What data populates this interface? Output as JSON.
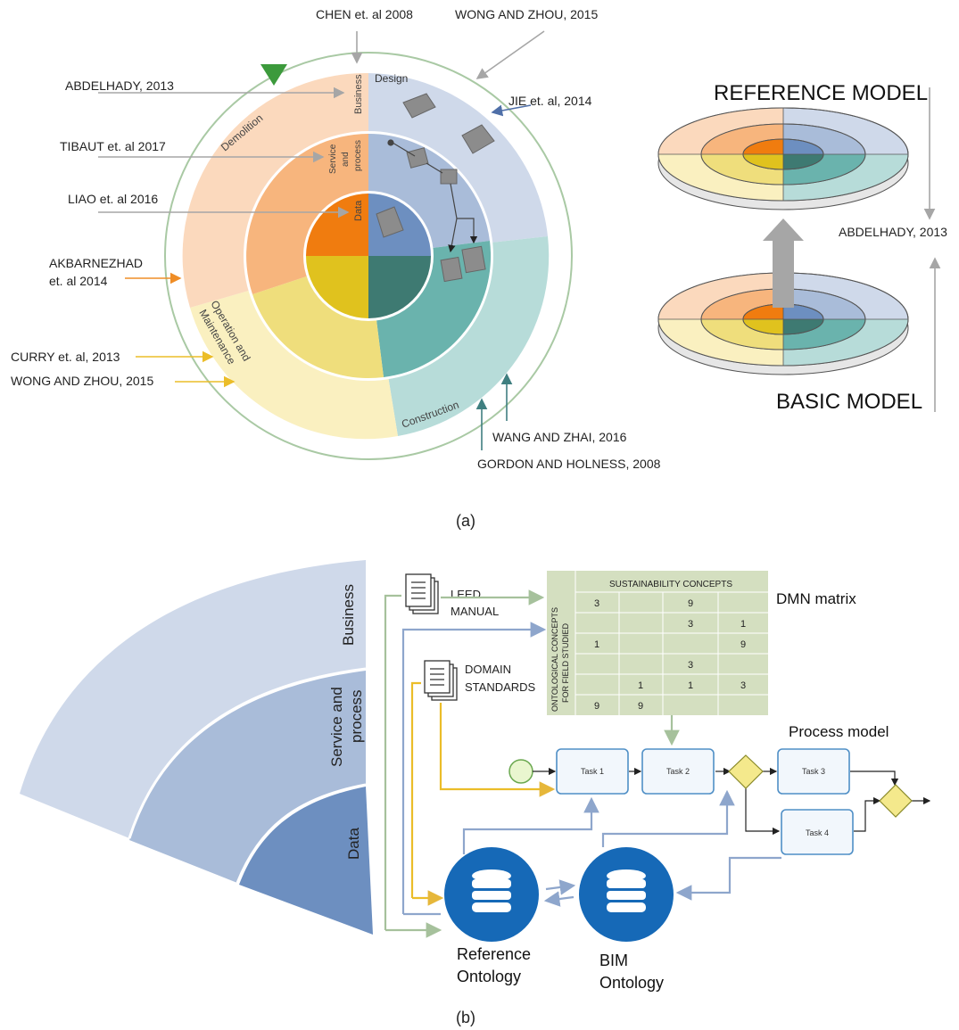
{
  "panel_a": {
    "caption": "(a)",
    "wheel": {
      "phases": {
        "design": "Design",
        "construction": "Construction",
        "operation_line1": "Operation and",
        "operation_line2": "Maintenance",
        "demolition": "Demolition"
      },
      "layers": {
        "business": "Business",
        "service_line1": "Service",
        "service_line2": "and",
        "service_line3": "process",
        "data": "Data"
      }
    },
    "citations": {
      "chen_2008": "CHEN et. al 2008",
      "wong_zhou_top": "WONG AND ZHOU, 2015",
      "abdelhady_2013": "ABDELHADY, 2013",
      "jie_2014": "JIE et. al, 2014",
      "tibaut_2017": "TIBAUT et. al 2017",
      "liao_2016": "LIAO et. al 2016",
      "akbarnezhad_line1": "AKBARNEZHAD",
      "akbarnezhad_line2": "et. al 2014",
      "curry_2013": "CURRY et. al, 2013",
      "wong_zhou_bottom": "WONG AND ZHOU, 2015",
      "wang_zhai_2016": "WANG AND ZHAI, 2016",
      "gordon_holness_2008": "GORDON AND HOLNESS, 2008"
    },
    "models": {
      "reference": "REFERENCE MODEL",
      "basic": "BASIC MODEL",
      "citation": "ABDELHADY, 2013"
    }
  },
  "panel_b": {
    "caption": "(b)",
    "fan": {
      "business": "Business",
      "service_line1": "Service and",
      "service_line2": "process",
      "data": "Data"
    },
    "docs": {
      "leed_line1": "LEED",
      "leed_line2": "MANUAL",
      "domain_line1": "DOMAIN",
      "domain_line2": "STANDARDS"
    },
    "matrix": {
      "title": "DMN matrix",
      "header": "SUSTAINABILITY CONCEPTS",
      "row_header_line1": "ONTOLOGICAL CONCEPTS",
      "row_header_line2": "FOR FIELD STUDIED",
      "cells": [
        [
          "3",
          "",
          "9",
          ""
        ],
        [
          "",
          "",
          "3",
          "1"
        ],
        [
          "1",
          "",
          "",
          "9"
        ],
        [
          "",
          "",
          "3",
          ""
        ],
        [
          "",
          "1",
          "1",
          "3"
        ],
        [
          "9",
          "9",
          "",
          ""
        ]
      ]
    },
    "process": {
      "title": "Process model",
      "task1": "Task 1",
      "task2": "Task 2",
      "task3": "Task 3",
      "task4": "Task 4"
    },
    "ontologies": {
      "reference_line1": "Reference",
      "reference_line2": "Ontology",
      "bim_line1": "BIM",
      "bim_line2": "Ontology"
    }
  },
  "colors": {
    "design": "#cfd9ea",
    "construction": "#b7dcd9",
    "operation": "#faf0c0",
    "demolition": "#fbd9bd",
    "blue_mid": "#a9bcd9",
    "blue_dark": "#6d8fc0",
    "teal": "#6ab3ad",
    "teal_dark": "#3e7a72",
    "yellow_mid": "#efde7c",
    "yellow_dark": "#e0c21e",
    "orange_mid": "#f7b57d",
    "orange_dark": "#f07c0f",
    "ring_green": "#a9c9a4",
    "arrow_gray": "#a6a6a6",
    "arrow_blue": "#4f6fa8",
    "arrow_orange": "#ef8d26",
    "arrow_yellow": "#ebbd29",
    "arrow_teal": "#3f7f80",
    "flow_blue": "#8ea6cc",
    "flow_green": "#a6c19c",
    "matrix_bg": "#d4dfc0",
    "ontology_blue": "#1669b7",
    "task_border": "#4f8fc6",
    "gateway": "#f4e98c"
  },
  "icons": [
    "triangle-marker-icon",
    "document-stack-icon",
    "database-icon",
    "start-event-icon",
    "gateway-icon",
    "cube-icon"
  ]
}
